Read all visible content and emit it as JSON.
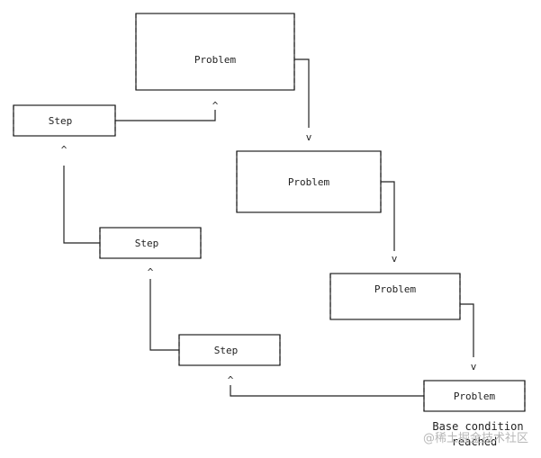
{
  "boxes": {
    "problem_1": "Problem",
    "problem_2": "Problem",
    "problem_3": "Problem",
    "problem_4": "Problem",
    "step_1": "Step",
    "step_2": "Step",
    "step_3": "Step"
  },
  "arrows": {
    "down": "v",
    "up": "^"
  },
  "base_note": {
    "line1": "Base condition",
    "line2": "reached"
  },
  "watermark": "@稀土掘金技术社区"
}
